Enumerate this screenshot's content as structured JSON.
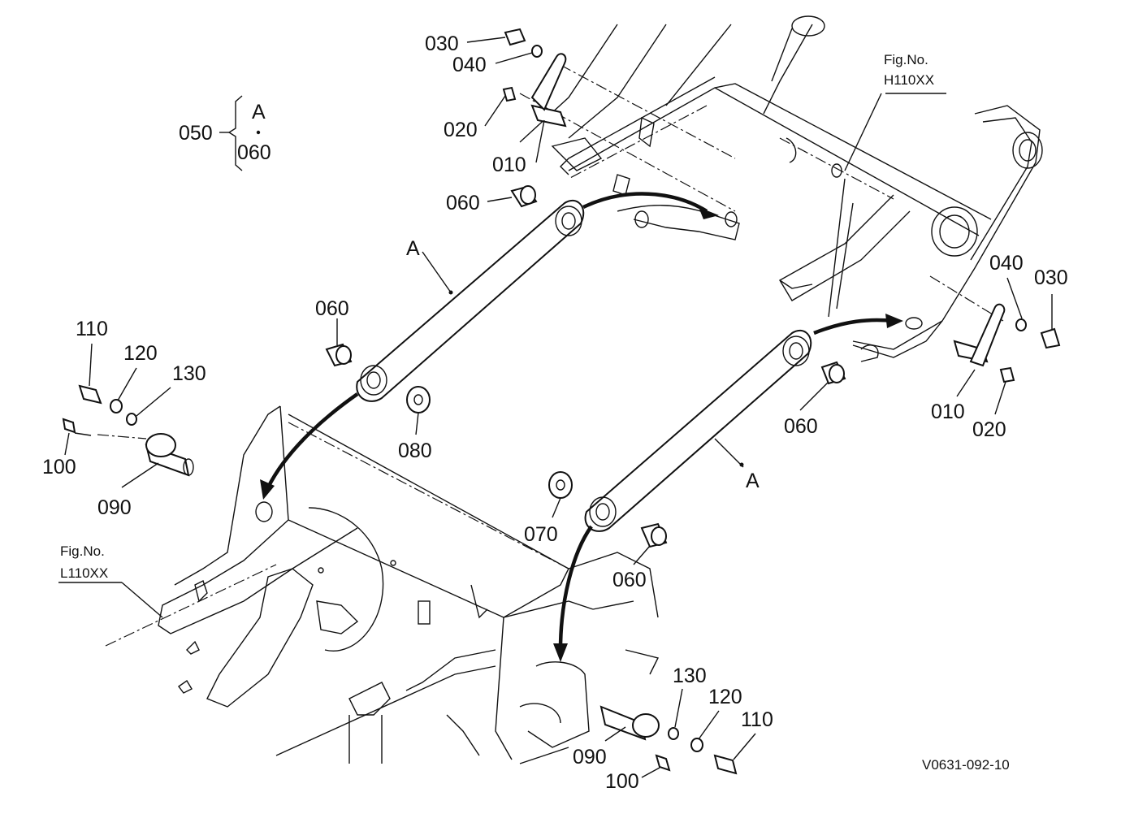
{
  "figure": {
    "drawing_code": "V0631-092-10",
    "references": [
      {
        "prefix": "Fig.No.",
        "code": "H110XX"
      },
      {
        "prefix": "Fig.No.",
        "code": "L110XX"
      }
    ],
    "assembly_bracket": {
      "part": "050",
      "letter": "A",
      "sub_part": "060"
    },
    "callouts": {
      "top_030": "030",
      "top_040": "040",
      "top_020": "020",
      "top_010": "010",
      "top_060": "060",
      "arm_a_upper": "A",
      "left_060": "060",
      "left_080": "080",
      "left_110": "110",
      "left_120": "120",
      "left_130": "130",
      "left_100": "100",
      "left_090": "090",
      "right_040": "040",
      "right_030": "030",
      "right_010": "010",
      "right_020": "020",
      "right_060": "060",
      "arm_a_lower": "A",
      "mid_070": "070",
      "mid_060": "060",
      "bot_130": "130",
      "bot_120": "120",
      "bot_110": "110",
      "bot_090": "090",
      "bot_100": "100"
    }
  }
}
